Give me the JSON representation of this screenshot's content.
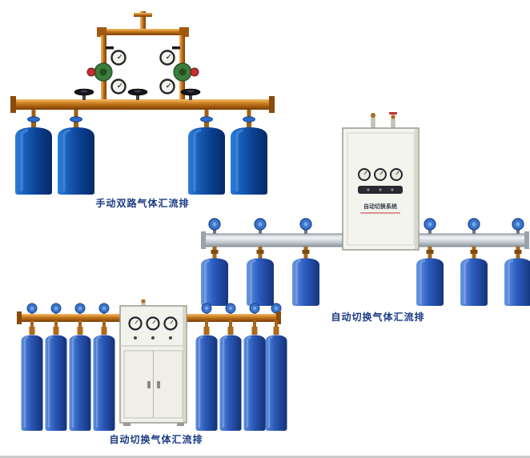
{
  "page": {
    "background": "#ffffff"
  },
  "products": [
    {
      "id": "manual-dual-gas-manifold",
      "caption": "手动双路气体汇流排",
      "cylinders": 4
    },
    {
      "id": "auto-switch-gas-manifold-wall",
      "caption": "自动切换气体汇流排",
      "cabinet_label": "自动切换系统",
      "cylinders": 6
    },
    {
      "id": "auto-switch-gas-manifold-floor",
      "caption": "自动切换气体汇流排",
      "cylinders": 8
    }
  ],
  "colors": {
    "caption_text": "#1b3a85",
    "brass_pipe": "#c4761b",
    "cylinder_navy": "#0a4192",
    "cylinder_blue": "#2b5cc0",
    "manifold_silver": "#c3cad1",
    "cabinet_white": "#f4f4ef",
    "valve_wheel_blue": "#3a75cc",
    "regulator_green": "#3e7b3e"
  }
}
